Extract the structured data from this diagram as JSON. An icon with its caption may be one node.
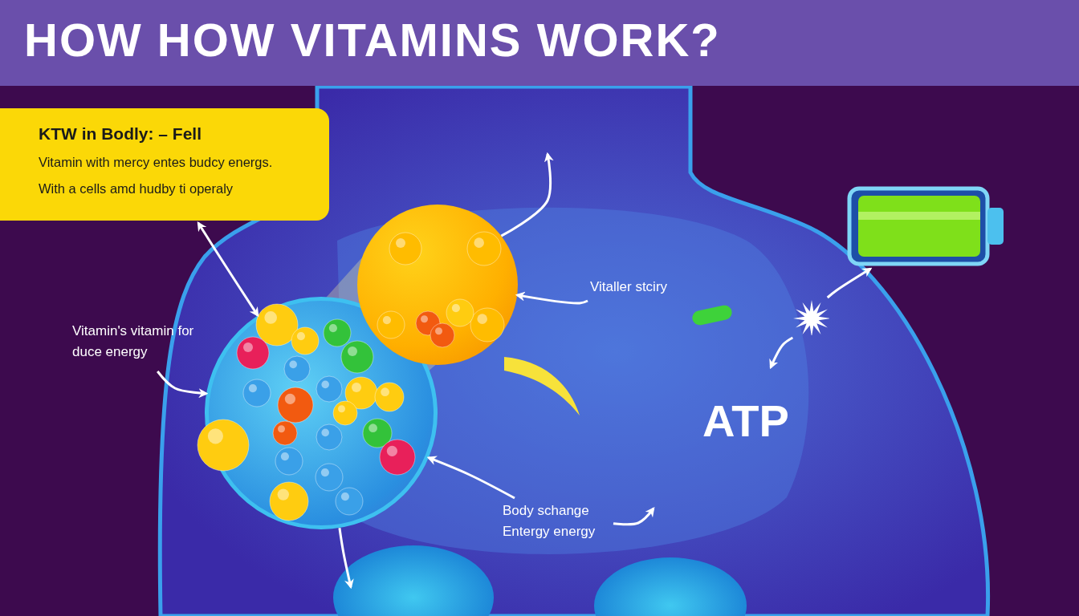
{
  "diagram": {
    "title": "HOW HOW VITAMINS WORK?",
    "nodes": [
      {
        "text": [
          "KTW in Bodly: – Fell",
          "Vitamin with mercy entes budcy energs.",
          "With a cells amd hudby ti operaly"
        ]
      },
      {
        "text": [
          "Vitamin's vitamin for duce energy"
        ]
      },
      {
        "text": [],
        "shape": "circle"
      },
      {
        "text": [],
        "shape": "circle"
      },
      {
        "text": [
          "Vitaller stciry"
        ]
      },
      {
        "text": [],
        "shape": "battery"
      },
      {
        "text": [],
        "shape": "star"
      },
      {
        "text": [
          "Body schange Entergy energy"
        ]
      }
    ],
    "edges": [
      {
        "from": 1,
        "to": 2,
        "arrow": "to"
      },
      {
        "from": 4,
        "to": 3,
        "arrow": "to"
      },
      {
        "from": 0,
        "to": 2,
        "arrow": "both"
      },
      {
        "from": 3,
        "to": null,
        "arrow": "to"
      },
      {
        "from": 6,
        "to": 5,
        "arrow": "to"
      },
      {
        "from": 6,
        "to": null,
        "arrow": "to"
      },
      {
        "from": 7,
        "to": 2,
        "arrow": "to"
      },
      {
        "from": 7,
        "to": null,
        "arrow": "to"
      },
      {
        "from": 2,
        "to": null,
        "arrow": "to"
      }
    ],
    "labels": [
      "ATP"
    ]
  }
}
